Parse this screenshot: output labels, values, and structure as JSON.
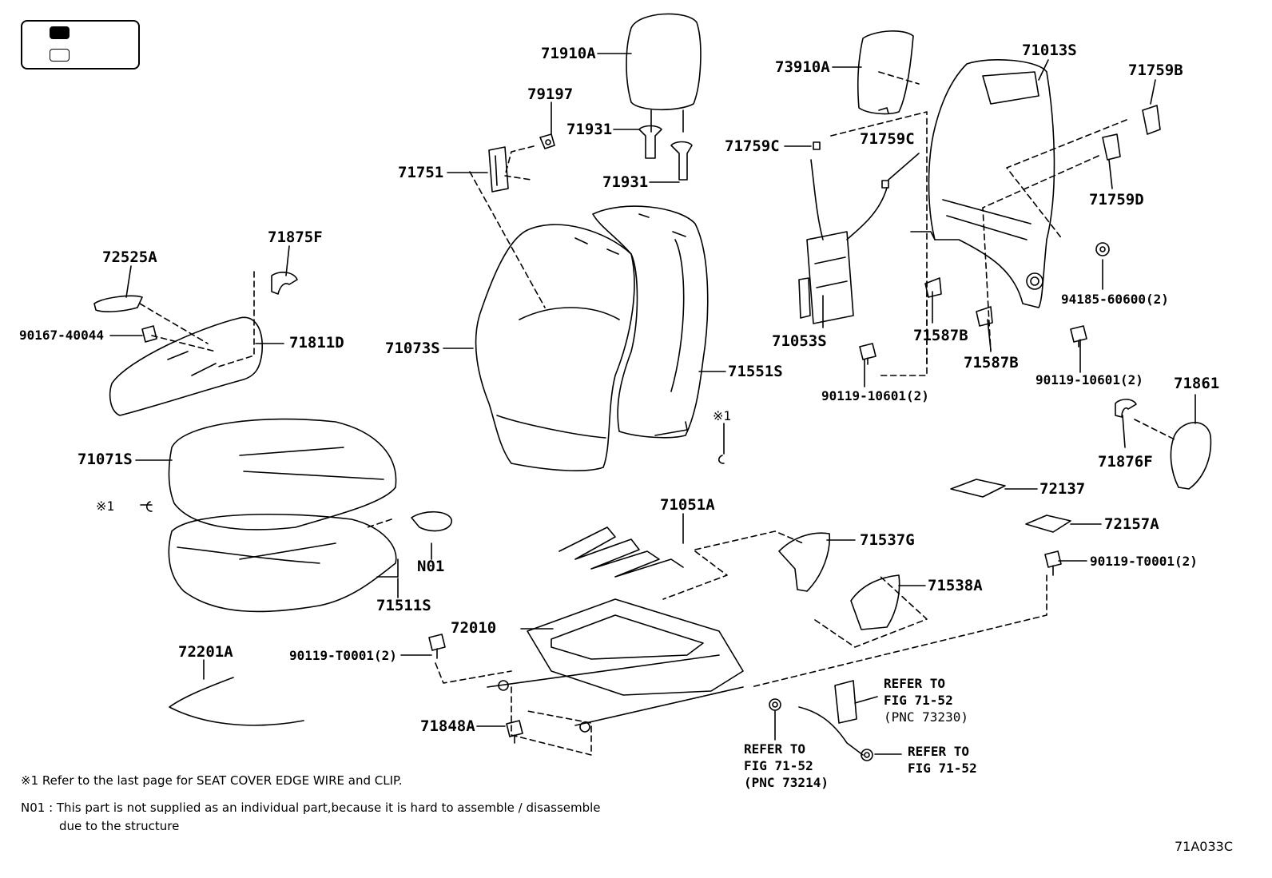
{
  "legend": {
    "filled_swatch": "black",
    "empty_swatch": "white"
  },
  "labels": {
    "p71910A": "71910A",
    "p79197": "79197",
    "p71931a": "71931",
    "p71931b": "71931",
    "p71751": "71751",
    "p73910A": "73910A",
    "p71013S": "71013S",
    "p71759B": "71759B",
    "p71759Ca": "71759C",
    "p71759Cb": "71759C",
    "p71759D": "71759D",
    "p72525A": "72525A",
    "p71875F": "71875F",
    "p90167": "90167-40044",
    "p71811D": "71811D",
    "p71073S": "71073S",
    "p71551S": "71551S",
    "p71053S": "71053S",
    "p71587Ba": "71587B",
    "p71587Bb": "71587B",
    "p94185": "94185-60600(2)",
    "p90119_10601a": "90119-10601(2)",
    "p90119_10601b": "90119-10601(2)",
    "p71861": "71861",
    "p71876F": "71876F",
    "p71071S": "71071S",
    "p71051A": "71051A",
    "p72137": "72137",
    "p72157A": "72157A",
    "p90119_T0001a": "90119-T0001(2)",
    "p71537G": "71537G",
    "p71538A": "71538A",
    "pN01": "N01",
    "p71511S": "71511S",
    "p72010": "72010",
    "p90119_T0001b": "90119-T0001(2)",
    "p72201A": "72201A",
    "p71848A": "71848A",
    "mark1a": "※1",
    "mark1b": "※1"
  },
  "refs": {
    "ref1_l1": "REFER TO",
    "ref1_l2": "FIG 71-52",
    "ref1_l3": "(PNC 73230)",
    "ref2_l1": "REFER TO",
    "ref2_l2": "FIG 71-52",
    "ref2_l3": "(PNC 73214)",
    "ref3_l1": "REFER TO",
    "ref3_l2": "FIG 71-52"
  },
  "notes": {
    "note1": "※1  Refer to the last page for SEAT COVER EDGE WIRE and CLIP.",
    "note2": "N01 : This part is not supplied as an individual part,because it is hard to assemble / disassemble",
    "note3": "due to the structure"
  },
  "figure_id": "71A033C"
}
